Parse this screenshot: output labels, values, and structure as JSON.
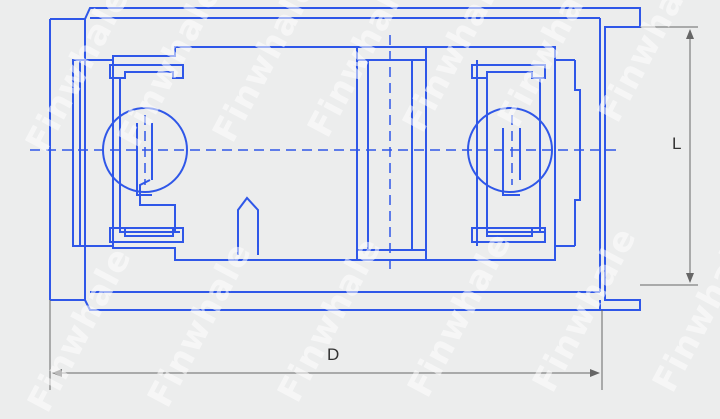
{
  "colors": {
    "background": "#eceded",
    "outline": "#2f57e8",
    "centerline": "#2f57e8",
    "dimension": "#666666",
    "watermark": "#ffffff"
  },
  "dimensions": {
    "diameter_label": "D",
    "length_label": "L"
  },
  "watermark": {
    "text": "Finwhale"
  }
}
